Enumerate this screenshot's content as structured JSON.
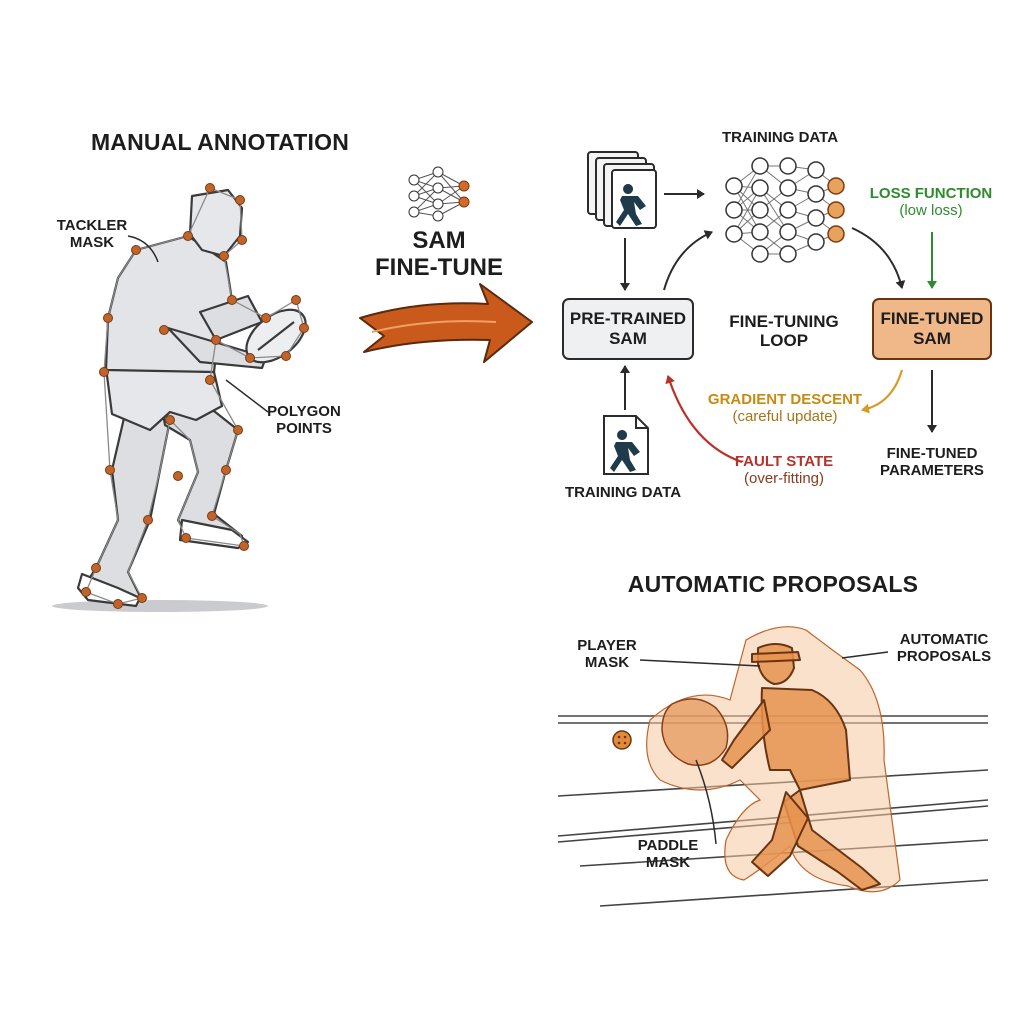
{
  "manual": {
    "title": "MANUAL ANNOTATION",
    "tackler_label": [
      "TACKLER",
      "MASK"
    ],
    "polygon_label": [
      "POLYGON",
      "POINTS"
    ]
  },
  "transfer": {
    "title_lines": [
      "SAM",
      "FINE-TUNE"
    ]
  },
  "loop": {
    "training_data_top": "TRAINING DATA",
    "training_data_bottom": "TRAINING DATA",
    "pretrained_box": [
      "PRE-TRAINED",
      "SAM"
    ],
    "center_label": [
      "FINE-TUNING",
      "LOOP"
    ],
    "finetuned_box": [
      "FINE-TUNED",
      "SAM"
    ],
    "loss": {
      "title": "LOSS FUNCTION",
      "sub": "(low loss)"
    },
    "gradient": {
      "title": "GRADIENT DESCENT",
      "sub": "(careful update)"
    },
    "fault": {
      "title": "FAULT STATE",
      "sub": "(over-fitting)"
    },
    "params_label": [
      "FINE-TUNED",
      "PARAMETERS"
    ]
  },
  "automatic": {
    "title": "AUTOMATIC PROPOSALS",
    "player_label": [
      "PLAYER",
      "MASK"
    ],
    "proposals_label": [
      "AUTOMATIC",
      "PROPOSALS"
    ],
    "paddle_label": [
      "PADDLE",
      "MASK"
    ]
  },
  "colors": {
    "ink": "#1d1d1d",
    "orange": "#d4692a",
    "orange_fill": "#f3c7a2",
    "loss_green": "#2e8b2e",
    "gradient_gold": "#c98a12",
    "fault_red": "#b8322a",
    "box_fill": "#eef0f2"
  }
}
